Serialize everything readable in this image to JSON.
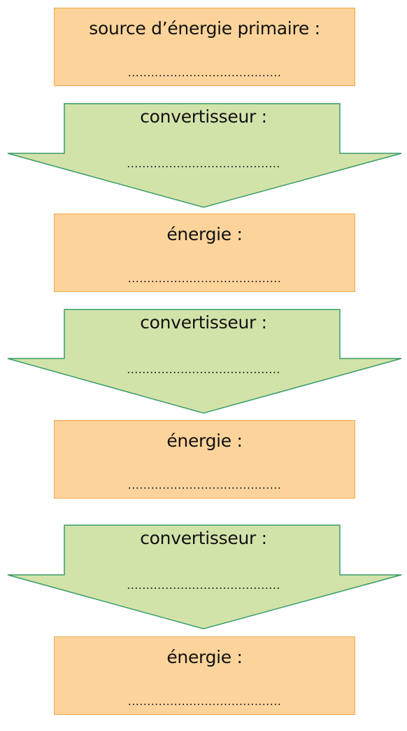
{
  "colors": {
    "box_fill": "#fcd49b",
    "box_stroke": "#f0a64a",
    "arrow_fill": "#d2e3aa",
    "arrow_stroke": "#3a9c68"
  },
  "blank_line": "........................................",
  "steps": [
    {
      "kind": "box",
      "label": "source d’énergie primaire :"
    },
    {
      "kind": "arrow",
      "label": "convertisseur :"
    },
    {
      "kind": "box",
      "label": "énergie :"
    },
    {
      "kind": "arrow",
      "label": "convertisseur :"
    },
    {
      "kind": "box",
      "label": "énergie :"
    },
    {
      "kind": "arrow",
      "label": "convertisseur :"
    },
    {
      "kind": "box",
      "label": "énergie :"
    }
  ]
}
